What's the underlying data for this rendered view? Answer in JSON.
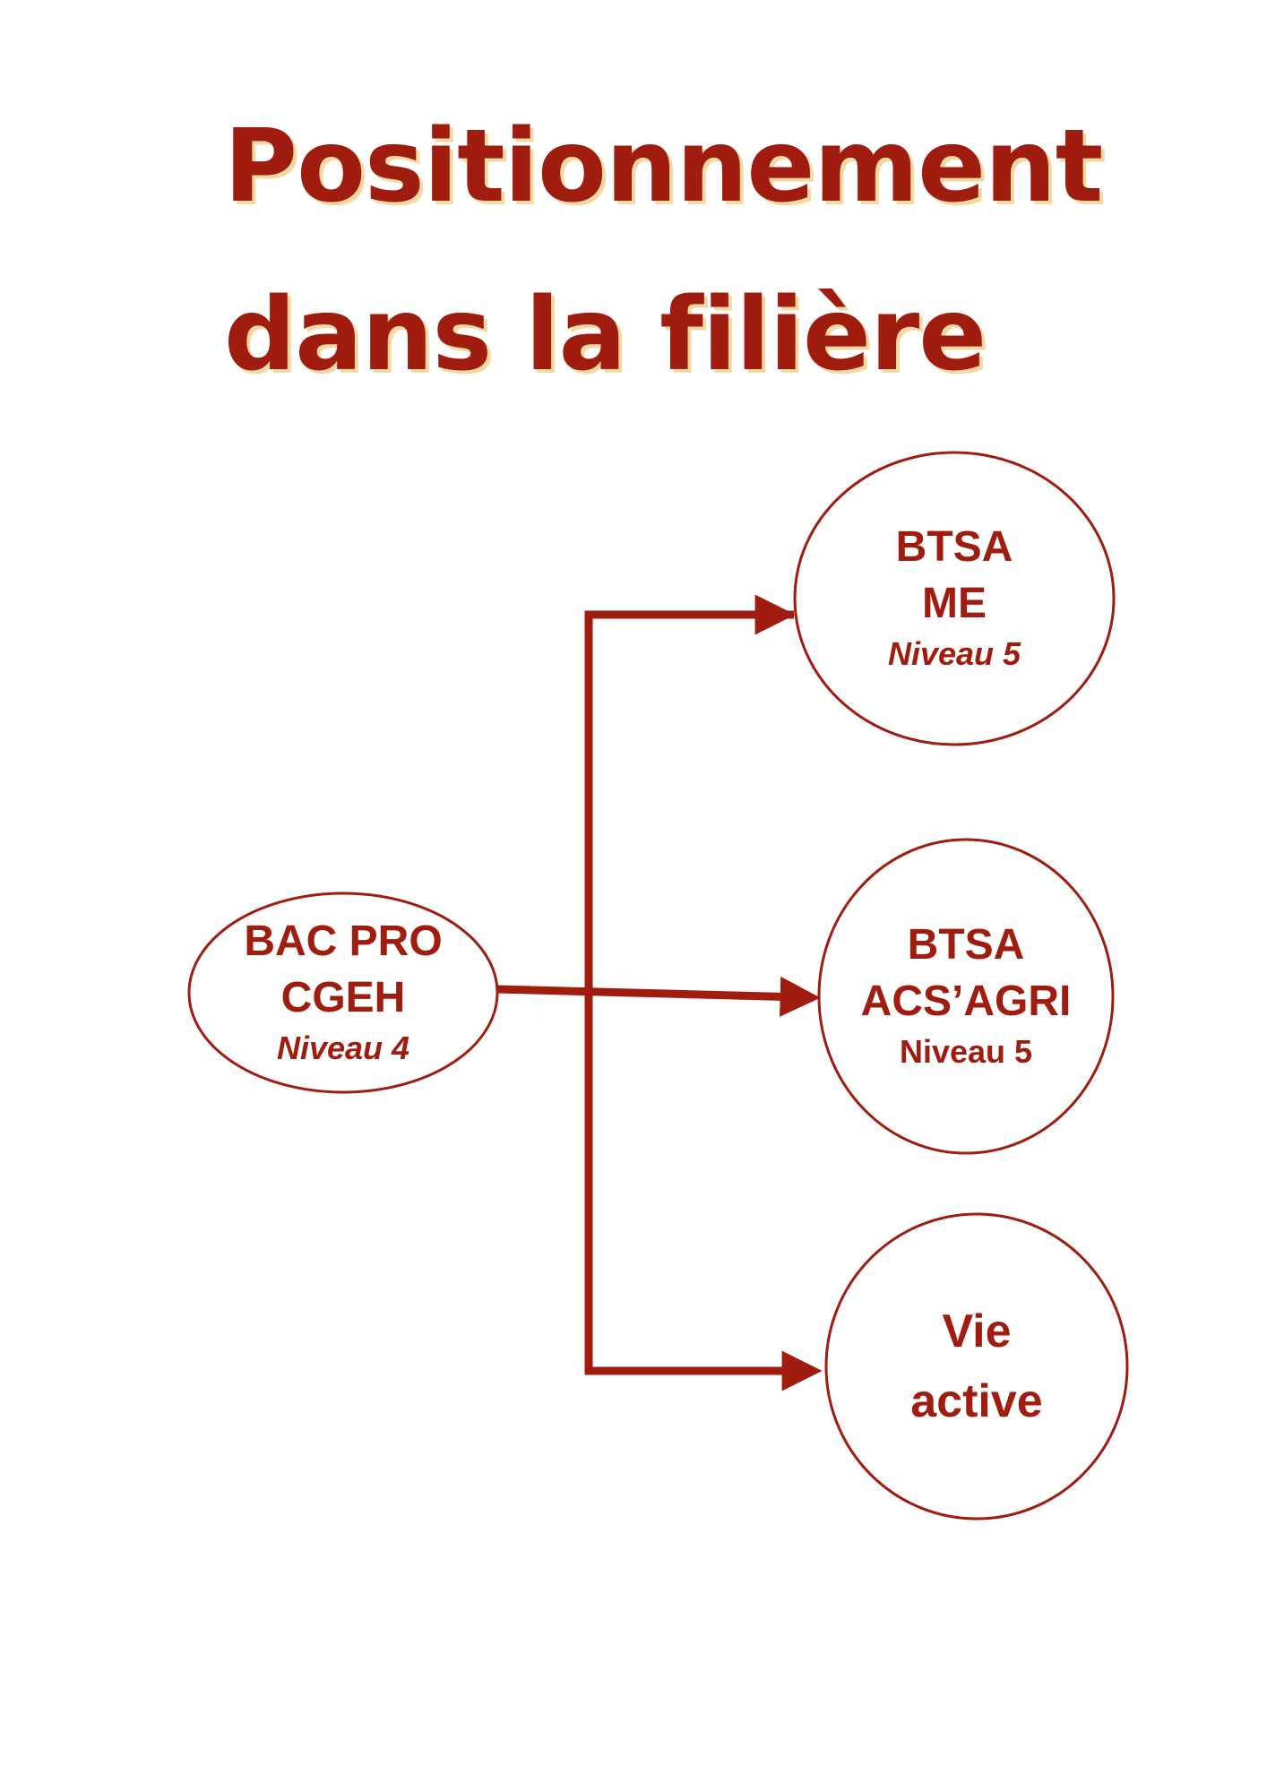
{
  "title": {
    "line1": "Positionnement",
    "line2": "dans la filière"
  },
  "colors": {
    "accent": "#a01c0f",
    "title_shadow": "#f3d9a2",
    "background": "#ffffff"
  },
  "nodes": {
    "bac_pro": {
      "line1": "BAC PRO",
      "line2": "CGEH",
      "level": "Niveau 4"
    },
    "btsa_me": {
      "line1": "BTSA",
      "line2": "ME",
      "level": "Niveau 5"
    },
    "btsa_acs": {
      "line1": "BTSA",
      "line2": "ACS’AGRI",
      "level": "Niveau 5"
    },
    "vie_active": {
      "line1": "Vie",
      "line2": "active"
    }
  }
}
